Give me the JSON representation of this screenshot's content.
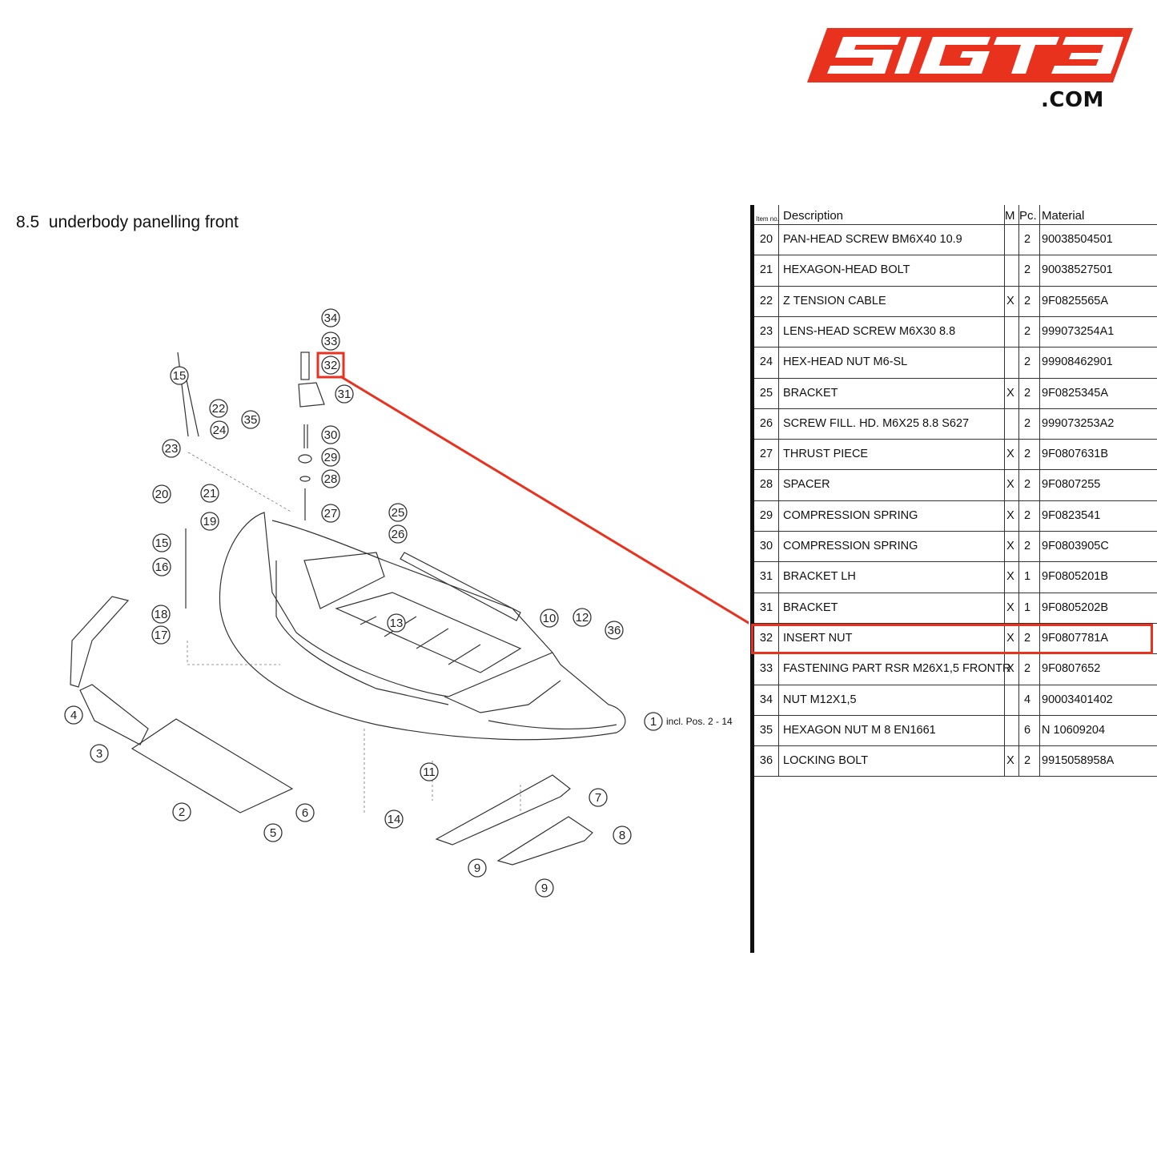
{
  "logo": {
    "text": "SIGT3",
    "domain": ".COM",
    "color": "#e8321e"
  },
  "section": {
    "number": "8.5",
    "title": "underbody panelling front"
  },
  "diagram": {
    "callouts": [
      "1",
      "2",
      "3",
      "4",
      "5",
      "6",
      "7",
      "8",
      "9",
      "9",
      "10",
      "11",
      "12",
      "13",
      "14",
      "15",
      "15",
      "16",
      "17",
      "18",
      "19",
      "20",
      "21",
      "22",
      "23",
      "24",
      "25",
      "26",
      "27",
      "28",
      "29",
      "30",
      "31",
      "32",
      "33",
      "34",
      "35",
      "36"
    ],
    "note": "incl. Pos. 2 - 14",
    "highlight_color": "#e8321e",
    "highlighted_callout": "32"
  },
  "table": {
    "headers": {
      "item": "Item no.",
      "description": "Description",
      "m": "M",
      "pc": "Pc.",
      "material": "Material"
    },
    "rows": [
      {
        "item": "20",
        "description": "PAN-HEAD SCREW BM6X40 10.9",
        "m": "",
        "pc": "2",
        "material": "90038504501"
      },
      {
        "item": "21",
        "description": "HEXAGON-HEAD BOLT",
        "m": "",
        "pc": "2",
        "material": "90038527501"
      },
      {
        "item": "22",
        "description": "Z TENSION CABLE",
        "m": "X",
        "pc": "2",
        "material": "9F0825565A"
      },
      {
        "item": "23",
        "description": "LENS-HEAD SCREW M6X30 8.8",
        "m": "",
        "pc": "2",
        "material": "999073254A1"
      },
      {
        "item": "24",
        "description": "HEX-HEAD NUT M6-SL",
        "m": "",
        "pc": "2",
        "material": "99908462901"
      },
      {
        "item": "25",
        "description": "BRACKET",
        "m": "X",
        "pc": "2",
        "material": "9F0825345A"
      },
      {
        "item": "26",
        "description": "SCREW FILL. HD. M6X25 8.8 S627",
        "m": "",
        "pc": "2",
        "material": "999073253A2"
      },
      {
        "item": "27",
        "description": "THRUST PIECE",
        "m": "X",
        "pc": "2",
        "material": "9F0807631B"
      },
      {
        "item": "28",
        "description": "SPACER",
        "m": "X",
        "pc": "2",
        "material": "9F0807255"
      },
      {
        "item": "29",
        "description": "COMPRESSION SPRING",
        "m": "X",
        "pc": "2",
        "material": "9F0823541"
      },
      {
        "item": "30",
        "description": "COMPRESSION SPRING",
        "m": "X",
        "pc": "2",
        "material": "9F0803905C"
      },
      {
        "item": "31",
        "description": "BRACKET LH",
        "m": "X",
        "pc": "1",
        "material": "9F0805201B"
      },
      {
        "item": "31",
        "description": "BRACKET",
        "m": "X",
        "pc": "1",
        "material": "9F0805202B"
      },
      {
        "item": "32",
        "description": "INSERT NUT",
        "m": "X",
        "pc": "2",
        "material": "9F0807781A"
      },
      {
        "item": "33",
        "description": "FASTENING PART RSR M26X1,5 FRONTR",
        "m": "X",
        "pc": "2",
        "material": "9F0807652"
      },
      {
        "item": "34",
        "description": "NUT M12X1,5",
        "m": "",
        "pc": "4",
        "material": "90003401402"
      },
      {
        "item": "35",
        "description": "HEXAGON NUT M 8 EN1661",
        "m": "",
        "pc": "6",
        "material": "N 10609204"
      },
      {
        "item": "36",
        "description": "LOCKING BOLT",
        "m": "X",
        "pc": "2",
        "material": "9915058958A"
      }
    ]
  }
}
